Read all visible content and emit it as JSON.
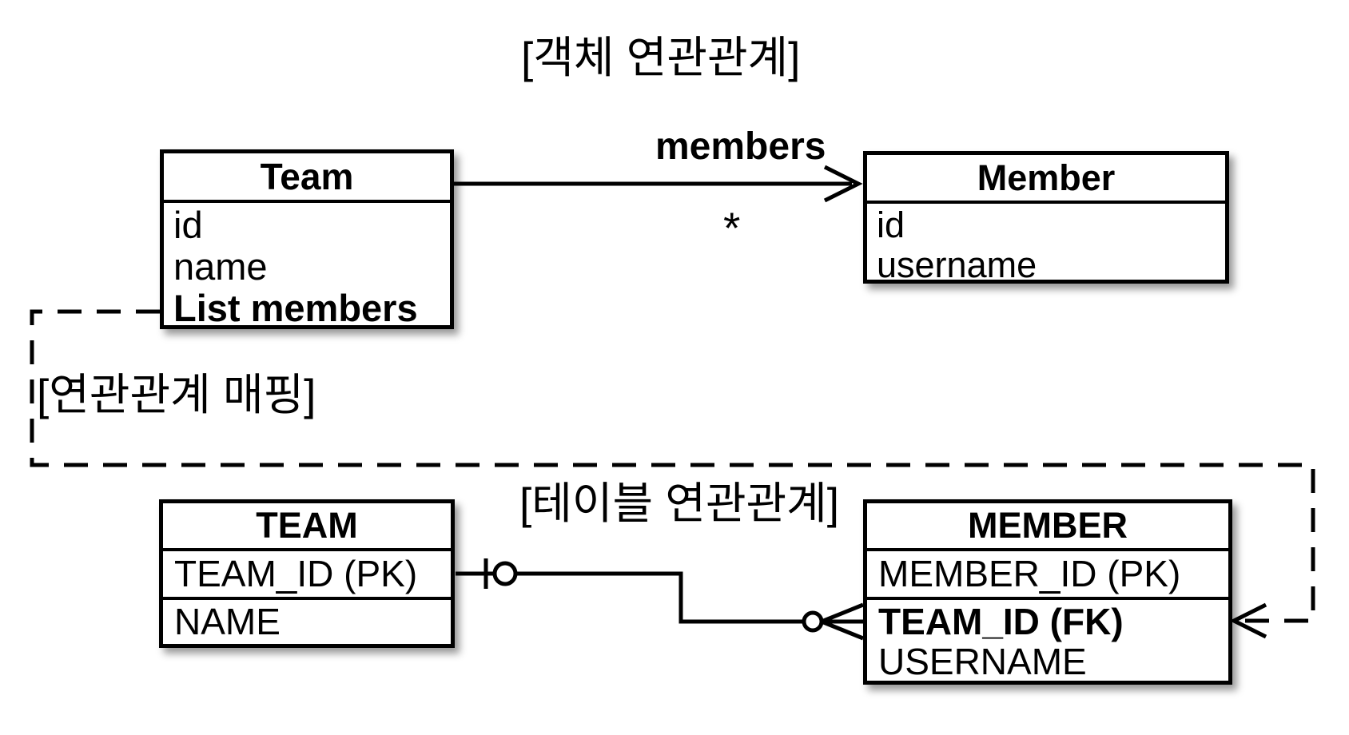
{
  "object_section": {
    "title": "[객체 연관관계]",
    "team_class": {
      "name": "Team",
      "attr_id": "id",
      "attr_name": "name",
      "method": "List members"
    },
    "association": {
      "label": "members",
      "multiplicity": "*"
    },
    "member_class": {
      "name": "Member",
      "attr_id": "id",
      "attr_username": "username"
    }
  },
  "mapping_section": {
    "label": "[연관관계 매핑]"
  },
  "table_section": {
    "title": "[테이블 연관관계]",
    "team_table": {
      "name": "TEAM",
      "col_pk": "TEAM_ID (PK)",
      "col_name": "NAME"
    },
    "member_table": {
      "name": "MEMBER",
      "col_pk": "MEMBER_ID (PK)",
      "col_fk": "TEAM_ID (FK)",
      "col_username": "USERNAME"
    }
  },
  "colors": {
    "line": "#000000",
    "background": "#ffffff"
  }
}
